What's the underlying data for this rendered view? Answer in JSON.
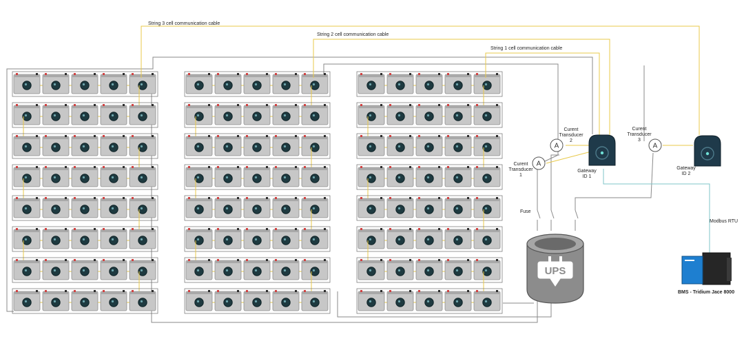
{
  "cables": {
    "string1": "String 1 cell communication cable",
    "string2": "String 2 cell communication cable",
    "string3": "String 3 cell communication cable"
  },
  "transducers": [
    {
      "line1": "Curent",
      "line2": "Transducer",
      "line3": "1",
      "symbol": "A"
    },
    {
      "line1": "Curent",
      "line2": "Transducer",
      "line3": "2",
      "symbol": "A"
    },
    {
      "line1": "Curent",
      "line2": "Transducer",
      "line3": "3",
      "symbol": "A"
    }
  ],
  "gateways": [
    {
      "line1": "Gateway",
      "line2": "ID 1"
    },
    {
      "line1": "Gateway",
      "line2": "ID 2"
    }
  ],
  "fuse_label": "Fuse",
  "ups_label": "UPS",
  "modbus_label": "Modbus RTU",
  "bms_label": "BMS - Tridium Jace 8000",
  "strings": {
    "count": 3,
    "rows": 8,
    "cells_per_row": 5
  },
  "colors": {
    "communication_cable": "#e8c94a",
    "power_cable": "#8a8a8a",
    "modbus_cable": "#7fc4c9",
    "cell_body": "#c7c7c7",
    "cell_sensor": "#1e3a40",
    "gateway": "#1f3a4a",
    "ups": "#8c8c8c",
    "bms_accent": "#1e7fd0"
  }
}
